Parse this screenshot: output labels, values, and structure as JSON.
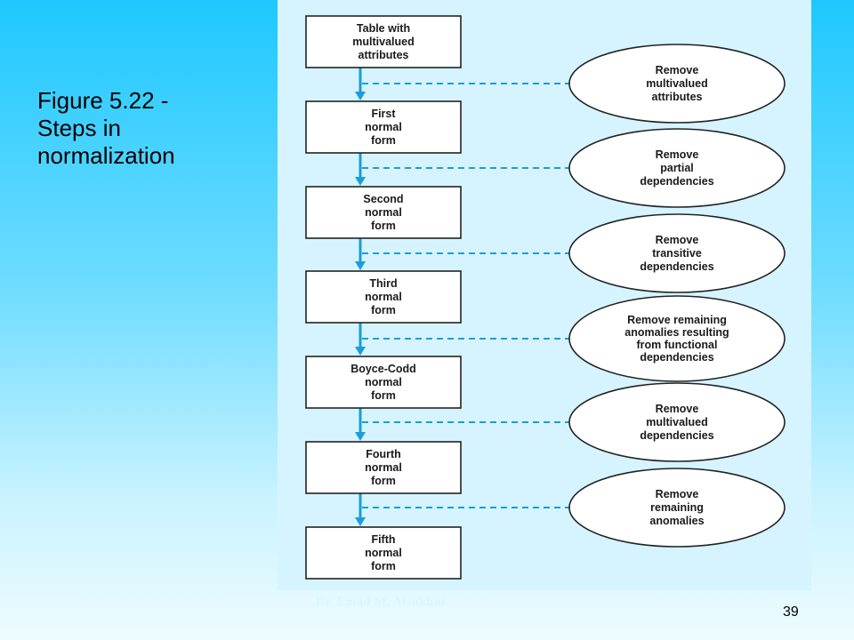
{
  "slide": {
    "title_lines": [
      "Figure 5.22 -",
      "Steps in",
      "normalization"
    ],
    "footer_author": "Dr. Emad M. Alsukhni",
    "page_number": "39"
  },
  "diagram": {
    "forms": [
      {
        "id": "table-mv",
        "lines": [
          "Table with",
          "multivalued",
          "attributes"
        ]
      },
      {
        "id": "1nf",
        "lines": [
          "First",
          "normal",
          "form"
        ]
      },
      {
        "id": "2nf",
        "lines": [
          "Second",
          "normal",
          "form"
        ]
      },
      {
        "id": "3nf",
        "lines": [
          "Third",
          "normal",
          "form"
        ]
      },
      {
        "id": "bcnf",
        "lines": [
          "Boyce-Codd",
          "normal",
          "form"
        ]
      },
      {
        "id": "4nf",
        "lines": [
          "Fourth",
          "normal",
          "form"
        ]
      },
      {
        "id": "5nf",
        "lines": [
          "Fifth",
          "normal",
          "form"
        ]
      }
    ],
    "steps": [
      {
        "id": "remove-multivalued-attributes",
        "lines": [
          "Remove",
          "multivalued",
          "attributes"
        ]
      },
      {
        "id": "remove-partial-dependencies",
        "lines": [
          "Remove",
          "partial",
          "dependencies"
        ]
      },
      {
        "id": "remove-transitive-dependencies",
        "lines": [
          "Remove",
          "transitive",
          "dependencies"
        ]
      },
      {
        "id": "remove-remaining-anomalies-fd",
        "lines": [
          "Remove remaining",
          "anomalies resulting",
          "from functional",
          "dependencies"
        ]
      },
      {
        "id": "remove-multivalued-dependencies",
        "lines": [
          "Remove",
          "multivalued",
          "dependencies"
        ]
      },
      {
        "id": "remove-remaining-anomalies",
        "lines": [
          "Remove",
          "remaining",
          "anomalies"
        ]
      }
    ],
    "colors": {
      "arrow": "#1a9ed9",
      "panel": "#d6f4ff"
    }
  }
}
